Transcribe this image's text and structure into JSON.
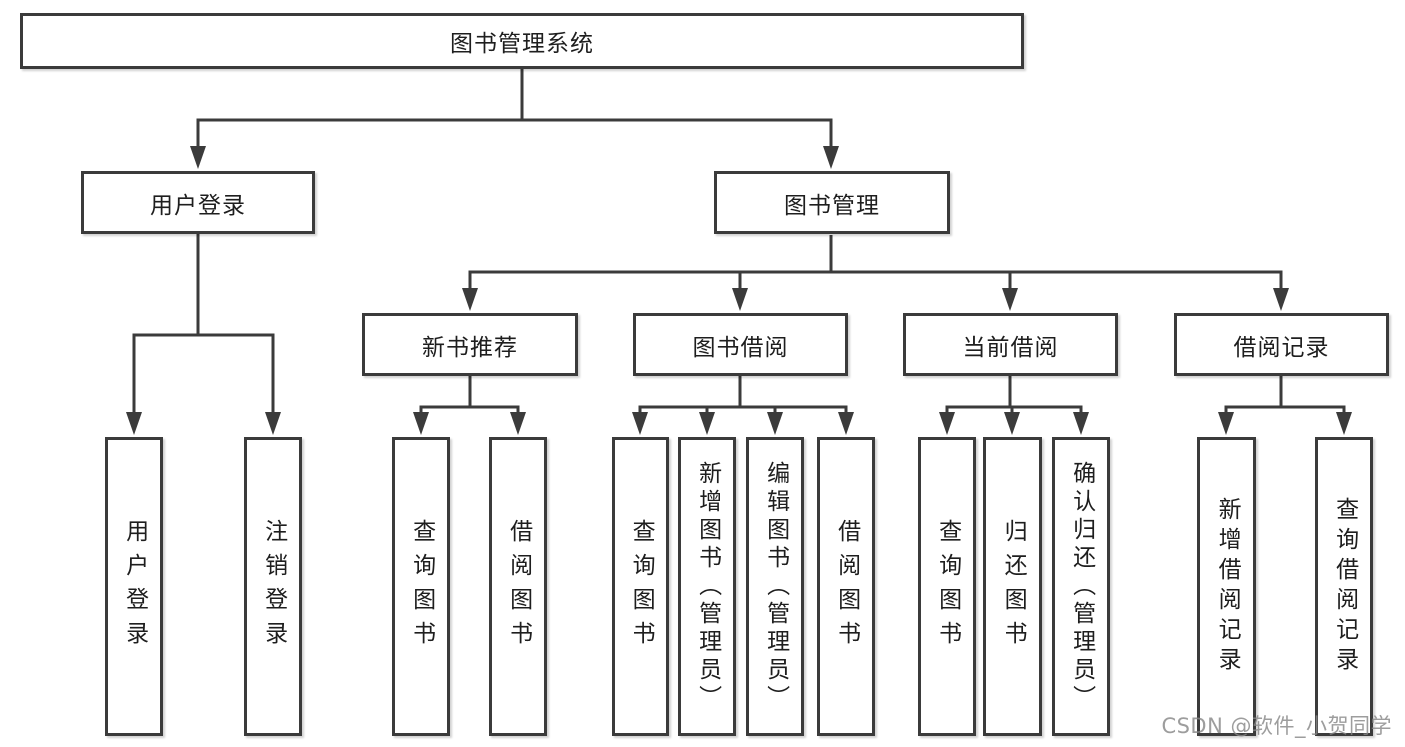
{
  "diagram": {
    "title": "图书管理系统",
    "watermark": "CSDN @软件_小贺同学",
    "colors": {
      "line": "#3b3b3b",
      "box_border": "#3b3b3b",
      "box_fill": "#ffffff",
      "text": "#1e1e1e",
      "watermark": "#878787",
      "background": "#ffffff"
    },
    "nodes": {
      "root": {
        "label": "图书管理系统"
      },
      "user_login": {
        "label": "用户登录"
      },
      "book_mgmt": {
        "label": "图书管理"
      },
      "leaf_user_login": {
        "label": "用户登录"
      },
      "leaf_logout": {
        "label": "注销登录"
      },
      "new_book_rec": {
        "label": "新书推荐"
      },
      "book_borrow": {
        "label": "图书借阅"
      },
      "current_borrow": {
        "label": "当前借阅"
      },
      "borrow_record": {
        "label": "借阅记录"
      },
      "nbr_query_book": {
        "label": "查询图书"
      },
      "nbr_borrow_book": {
        "label": "借阅图书"
      },
      "bb_query_book": {
        "label": "查询图书"
      },
      "bb_add_book": {
        "label": "新增图书（管理员）"
      },
      "bb_edit_book": {
        "label": "编辑图书（管理员）"
      },
      "bb_borrow_book": {
        "label": "借阅图书"
      },
      "cb_query_book": {
        "label": "查询图书"
      },
      "cb_return_book": {
        "label": "归还图书"
      },
      "cb_confirm_return": {
        "label": "确认归还（管理员）"
      },
      "br_add_record": {
        "label": "新增借阅记录"
      },
      "br_query_record": {
        "label": "查询借阅记录"
      }
    },
    "hierarchy": [
      {
        "parent": "图书管理系统",
        "children": [
          "用户登录",
          "图书管理"
        ]
      },
      {
        "parent": "用户登录",
        "children": [
          "用户登录",
          "注销登录"
        ]
      },
      {
        "parent": "图书管理",
        "children": [
          "新书推荐",
          "图书借阅",
          "当前借阅",
          "借阅记录"
        ]
      },
      {
        "parent": "新书推荐",
        "children": [
          "查询图书",
          "借阅图书"
        ]
      },
      {
        "parent": "图书借阅",
        "children": [
          "查询图书",
          "新增图书（管理员）",
          "编辑图书（管理员）",
          "借阅图书"
        ]
      },
      {
        "parent": "当前借阅",
        "children": [
          "查询图书",
          "归还图书",
          "确认归还（管理员）"
        ]
      },
      {
        "parent": "借阅记录",
        "children": [
          "新增借阅记录",
          "查询借阅记录"
        ]
      }
    ]
  }
}
